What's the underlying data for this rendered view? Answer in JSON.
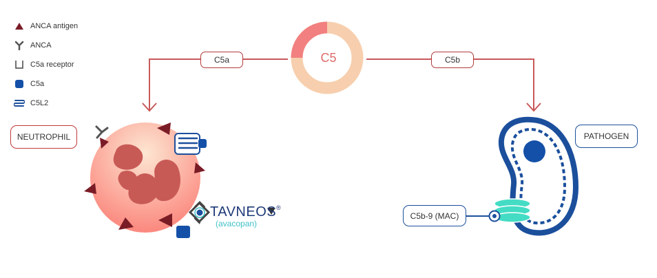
{
  "legend": [
    {
      "icon": "anca-antigen-triangle-icon",
      "label": "ANCA antigen"
    },
    {
      "icon": "anca-antibody-icon",
      "label": "ANCA"
    },
    {
      "icon": "c5a-receptor-icon",
      "label": "C5a receptor"
    },
    {
      "icon": "c5a-square-icon",
      "label": "C5a"
    },
    {
      "icon": "c5l2-coil-icon",
      "label": "C5L2"
    }
  ],
  "center": {
    "label": "C5"
  },
  "edges": {
    "left_label": "C5a",
    "right_label": "C5b"
  },
  "neutrophil": {
    "label": "NEUTROPHIL"
  },
  "pathogen": {
    "label": "PATHOGEN"
  },
  "mac": {
    "label": "C5b-9 (MAC)"
  },
  "drug": {
    "brand": "TAVNEOS",
    "registered": "®",
    "generic": "(avacopan)"
  },
  "colors": {
    "red_accent": "#c0393b",
    "arrow": "#c9585a",
    "antigen": "#7a1c26",
    "blue": "#1b4f9c",
    "donut_light": "#f7cfae",
    "donut_dark": "#f28080",
    "mac_teal": "#44dcc4",
    "cell_fill": "#f9a48f"
  }
}
